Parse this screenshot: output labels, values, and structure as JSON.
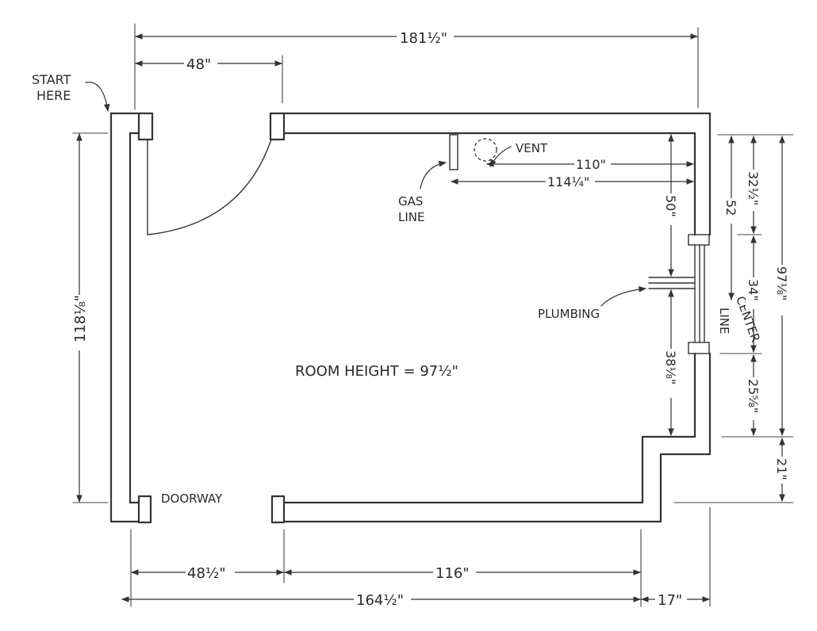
{
  "labels": {
    "start_here_1": "START",
    "start_here_2": "HERE",
    "vent": "VENT",
    "gas_line_1": "GAS",
    "gas_line_2": "LINE",
    "plumbing": "PLUMBING",
    "center_line_1": "CENTER",
    "center_line_2": "LINE",
    "doorway": "DOORWAY",
    "room_height": "ROOM HEIGHT = 97½\""
  },
  "dimensions": {
    "top_overall": "181½\"",
    "top_door": "48\"",
    "left_wall": "118⅛\"",
    "vent_to_wall": "110\"",
    "gas_to_wall": "114¼\"",
    "top_to_plumbing": "50\"",
    "plumbing_to_notch": "38⅛\"",
    "right_52": "52",
    "right_32": "32½\"",
    "right_34": "34\"",
    "right_25": "25⅝\"",
    "right_overall": "97⅛\"",
    "right_21": "21\"",
    "bottom_door": "48½\"",
    "bottom_116": "116\"",
    "bottom_overall": "164½\"",
    "bottom_17": "17\""
  }
}
